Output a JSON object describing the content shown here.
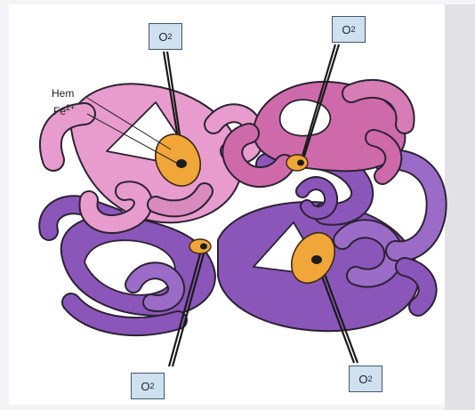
{
  "labels": {
    "hem": "Hem",
    "fe": "Fe",
    "fe_charge": "2+"
  },
  "oxygen": [
    {
      "element": "O",
      "subscript": "2"
    },
    {
      "element": "O",
      "subscript": "2"
    },
    {
      "element": "O",
      "subscript": "2"
    },
    {
      "element": "O",
      "subscript": "2"
    }
  ],
  "colors": {
    "alpha_pink": "#e79ccd",
    "alpha_magenta": "#cf6aaa",
    "beta_purple": "#8b56ba",
    "beta_violet": "#9b6cc7",
    "heme_orange": "#f1a63a",
    "outline": "#222222",
    "o2_box": "#cfe0ee"
  }
}
